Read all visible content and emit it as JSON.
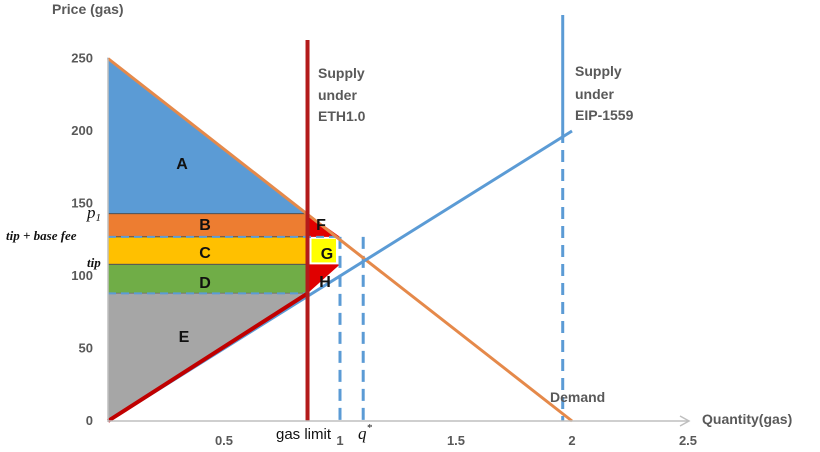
{
  "chart_data": {
    "type": "line",
    "title": "",
    "xlabel": "Quantity(gas)",
    "ylabel": "Price (gas)",
    "xlim": [
      0,
      2.5
    ],
    "ylim": [
      0,
      250
    ],
    "x_ticks": [
      "0.5",
      "1",
      "1.5",
      "2",
      "2.5"
    ],
    "y_ticks": [
      "0",
      "50",
      "100",
      "150",
      "200",
      "250"
    ],
    "series": [
      {
        "name": "Demand",
        "x": [
          0,
          2
        ],
        "y": [
          250,
          0
        ],
        "color": "#e5894a"
      },
      {
        "name": "Supply under ETH1.0",
        "x": [
          0.86,
          0.86
        ],
        "y": [
          0,
          255
        ],
        "color": "#b31b1b"
      },
      {
        "name": "Supply under EIP-1559",
        "x": [
          0,
          2
        ],
        "y": [
          0,
          200
        ],
        "color": "#5b9bd5"
      },
      {
        "name": "",
        "x": [
          1.96,
          1.96
        ],
        "y": [
          200,
          280
        ],
        "color": "#5b9bd5"
      }
    ],
    "supply_eth1_lower": {
      "x": [
        0,
        0.86
      ],
      "y": [
        0,
        88
      ],
      "color": "#c00000"
    },
    "regions": [
      {
        "label": "A",
        "color": "#5b9bd5",
        "y_low": 143,
        "y_high": 250
      },
      {
        "label": "B",
        "color": "#ed7d31",
        "y_low": 127,
        "y_high": 143
      },
      {
        "label": "C",
        "color": "#ffc000",
        "y_low": 108,
        "y_high": 127
      },
      {
        "label": "D",
        "color": "#70ad47",
        "y_low": 88,
        "y_high": 108
      },
      {
        "label": "E",
        "color": "#a6a6a6",
        "y_low": 0,
        "y_high": 88
      },
      {
        "label": "F",
        "color": "#e00000"
      },
      {
        "label": "G",
        "color": "#ffff00"
      },
      {
        "label": "H",
        "color": "#e00000"
      }
    ],
    "annotations": {
      "p1": "p",
      "p1_sub": "1",
      "tip_base_fee": "tip + base fee",
      "tip": "tip",
      "gas_limit": "gas limit",
      "q_star": "q",
      "q_star_sup": "*",
      "supply_eth1": [
        "Supply",
        "under",
        "ETH1.0"
      ],
      "supply_eip": [
        "Supply",
        "under",
        "EIP-1559"
      ],
      "demand": "Demand"
    },
    "gas_limit_x": 0.86,
    "dashed_verticals_x": [
      0.86,
      1.0,
      1.1,
      1.96
    ],
    "dashed_horizontals": [
      {
        "y": 127,
        "x_to": 1.0
      },
      {
        "y": 88,
        "x_to": 0.86
      }
    ],
    "legend": "none",
    "grid": false
  }
}
